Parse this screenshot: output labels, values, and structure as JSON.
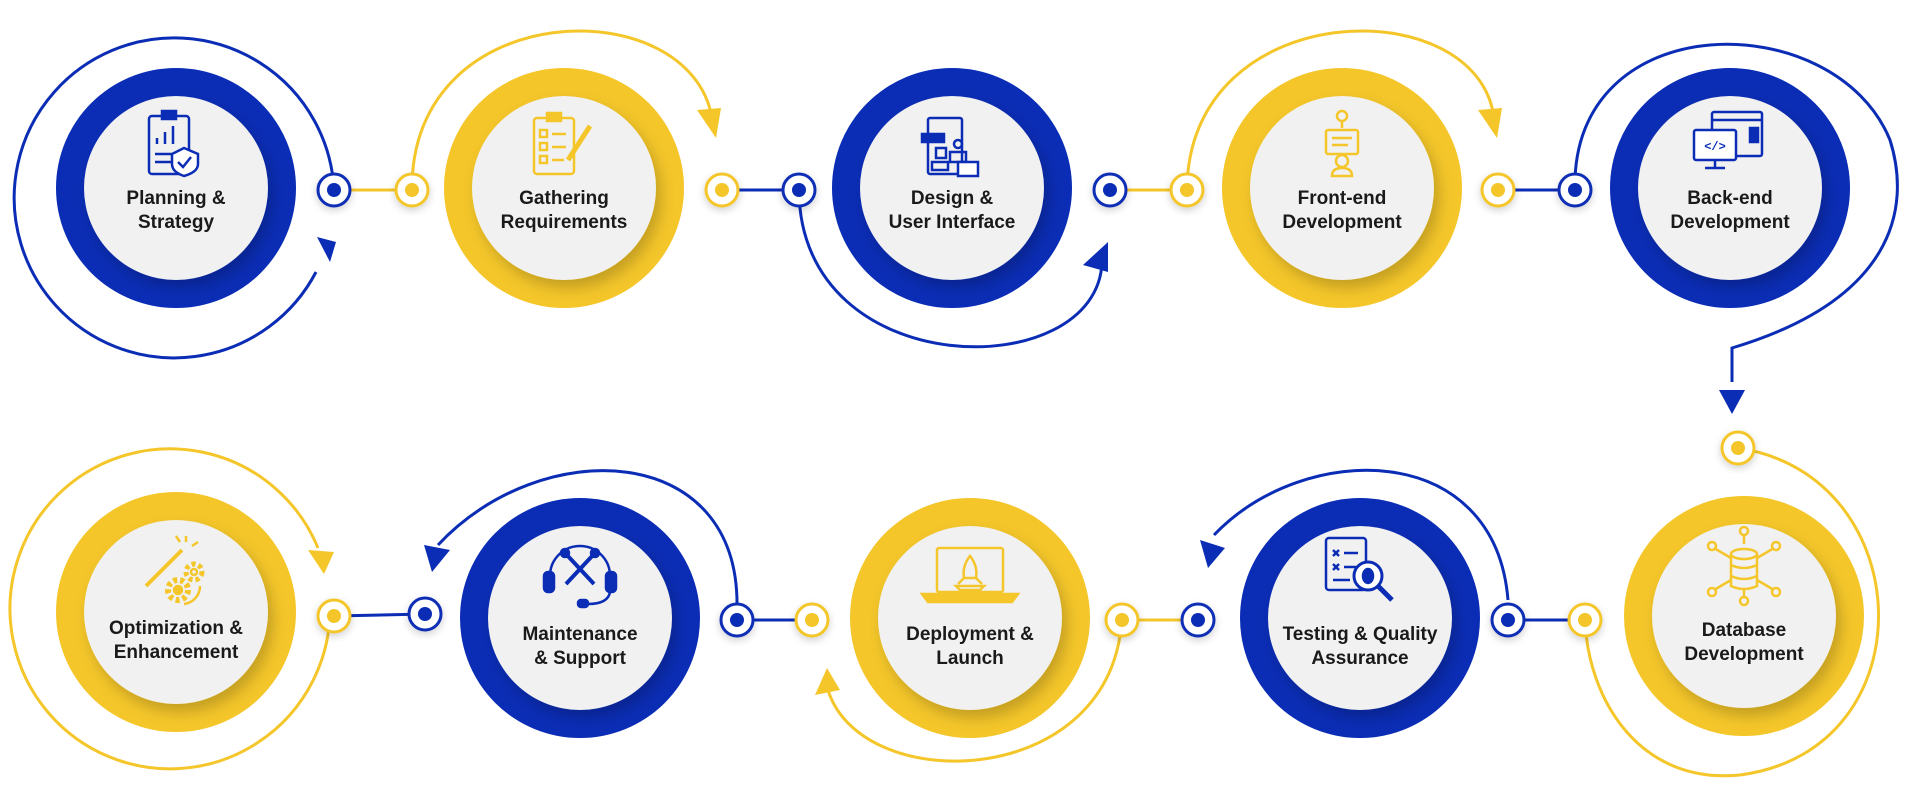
{
  "colors": {
    "blue": "#0b2db5",
    "yellow": "#f4c62a",
    "inner": "#f1f1f1",
    "text": "#1a1a1a"
  },
  "steps": [
    {
      "line1": "Planning &",
      "line2": "Strategy",
      "color": "blue",
      "icon": "planning-clipboard-icon"
    },
    {
      "line1": "Gathering",
      "line2": "Requirements",
      "color": "yellow",
      "icon": "requirements-checklist-icon"
    },
    {
      "line1": "Design &",
      "line2": "User Interface",
      "color": "blue",
      "icon": "ui-wireframe-icon"
    },
    {
      "line1": "Front-end",
      "line2": "Development",
      "color": "yellow",
      "icon": "frontend-developer-icon"
    },
    {
      "line1": "Back-end",
      "line2": "Development",
      "color": "blue",
      "icon": "backend-code-monitor-icon"
    },
    {
      "line1": "Database",
      "line2": "Development",
      "color": "yellow",
      "icon": "database-network-icon"
    },
    {
      "line1": "Testing & Quality",
      "line2": "Assurance",
      "color": "blue",
      "icon": "bug-search-icon"
    },
    {
      "line1": "Deployment &",
      "line2": "Launch",
      "color": "yellow",
      "icon": "laptop-rocket-icon"
    },
    {
      "line1": "Maintenance",
      "line2": "& Support",
      "color": "blue",
      "icon": "headset-tools-icon"
    },
    {
      "line1": "Optimization &",
      "line2": "Enhancement",
      "color": "yellow",
      "icon": "optimization-gears-icon"
    }
  ]
}
